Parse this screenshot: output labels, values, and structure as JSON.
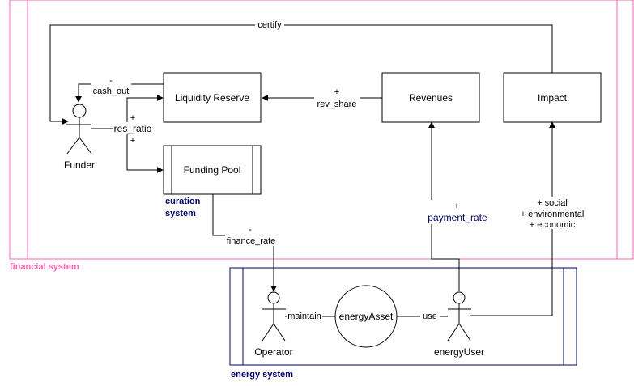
{
  "systems": {
    "financial": "financial system",
    "curation": [
      "curation",
      "system"
    ],
    "energy": "energy system"
  },
  "nodes": {
    "liquidity_reserve": "Liquidity Reserve",
    "revenues": "Revenues",
    "impact": "Impact",
    "funding_pool": "Funding Pool",
    "energy_asset": "energyAsset"
  },
  "actors": {
    "funder": "Funder",
    "operator": "Operator",
    "energy_user": "energyUser"
  },
  "edges": {
    "certify": "certify",
    "cash_out": [
      "-",
      "cash_out"
    ],
    "rev_share": [
      "+",
      "rev_share"
    ],
    "res_ratio": [
      "+",
      "res_ratio",
      "+"
    ],
    "finance_rate": [
      "-",
      "finance_rate"
    ],
    "payment_rate": [
      "+",
      "payment_rate"
    ],
    "impact_dims": [
      "+ social",
      "+ environmental",
      "+ economic"
    ],
    "maintain": "maintain",
    "use": "use"
  },
  "colors": {
    "financial_border": "#ff66b3",
    "financial_label": "#ff66b3",
    "energy_border": "#000066",
    "energy_label": "#000066",
    "curation_label": "#000066",
    "payment_rate_label": "#000066",
    "line": "#000000"
  }
}
